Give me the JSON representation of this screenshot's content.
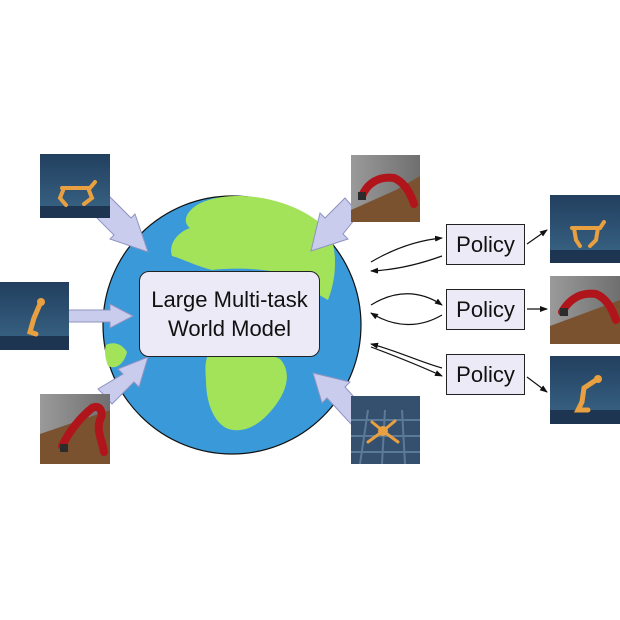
{
  "world_model": {
    "label_line1": "Large Multi-task",
    "label_line2": "World Model"
  },
  "policies": [
    {
      "label": "Policy"
    },
    {
      "label": "Policy"
    },
    {
      "label": "Policy"
    }
  ],
  "colors": {
    "ocean": "#3a9ad9",
    "land": "#a3e35a",
    "input_arrow": "#c9ccec",
    "box_fill": "#eceaf6",
    "robot_red": "#b0151c",
    "agent_orange": "#e8a040",
    "water_blue": "#2d4f70",
    "table_wood": "#7a5230"
  },
  "icons": {
    "env_thumbnails": [
      "cheetah-env-thumb",
      "hopper-env-thumb",
      "robot-arm-env-thumb",
      "robot-arm-env-thumb",
      "quadruped-env-thumb"
    ],
    "output_thumbnails": [
      "cheetah-env-thumb",
      "robot-arm-env-thumb",
      "hopper-env-thumb"
    ]
  }
}
